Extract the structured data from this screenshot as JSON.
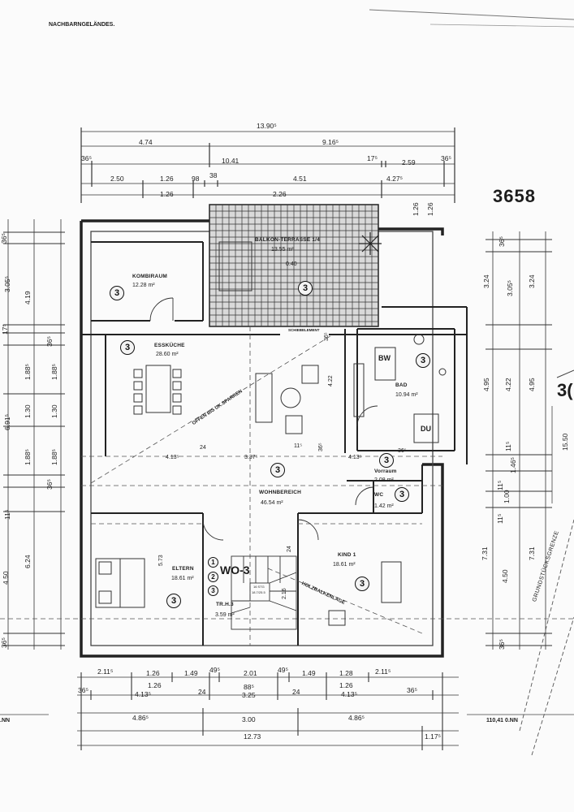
{
  "header": {
    "site_label": "NACHBARNGELÄNDES.",
    "sheet_number": "3658",
    "edge_glyph": "3("
  },
  "dims_top": {
    "overall": "13.90⁵",
    "row2": [
      "4.74",
      "9.16⁵"
    ],
    "row3": [
      "36⁵",
      "10.41",
      "17⁵",
      "2.59",
      "36⁵"
    ],
    "row4": [
      "2.50",
      "1.26",
      "98",
      "38",
      "4.51",
      "4.27⁵"
    ],
    "row5": [
      "1.26",
      "2.26"
    ],
    "terrace_dims": [
      "1.26",
      "1.26"
    ]
  },
  "dims_left": [
    "36⁵",
    "3.05⁵",
    "4.19",
    "17⁵",
    "36⁵",
    "1.88⁵",
    "1.88⁵",
    "1.30",
    "1.30",
    "6.91⁵",
    "1.88⁵",
    "1.88⁵",
    "36⁵",
    "11⁵",
    "4.50",
    "6.24",
    "36⁵"
  ],
  "dims_right": [
    "36⁵",
    "3.24",
    "3.05⁵",
    "3.24",
    "4.95",
    "4.22",
    "4.95",
    "11⁵",
    "1.46⁵",
    "11⁵",
    "1.00",
    "11⁵",
    "7.31",
    "4.50",
    "7.31",
    "15.50",
    "36⁵"
  ],
  "boundary_label": "GRUNDSTÜCKSGRENZE",
  "interior_dims": [
    "24",
    "4.13⁵",
    "3.37⁵",
    "4.13⁵",
    "11⁵",
    "36⁵",
    "4.22",
    "36⁵",
    "5.73",
    "24",
    "36⁵"
  ],
  "rooms": [
    {
      "name": "KOMBIRAUM",
      "area": "12.28 m²"
    },
    {
      "name": "BALKON-TERRASSE 1/4",
      "area": "13.55 m²",
      "note": "0.40"
    },
    {
      "name": "ESSKÜCHE",
      "area": "28.60 m²"
    },
    {
      "name": "BAD",
      "area": "10.94 m²"
    },
    {
      "name": "Vorraum",
      "area": "2.08 m²"
    },
    {
      "name": "WOHNBEREICH",
      "area": "46.54 m²"
    },
    {
      "name": "WC",
      "area": "1.42 m²"
    },
    {
      "name": "ELTERN",
      "area": "18.61 m²"
    },
    {
      "name": "KIND 1",
      "area": "18.61 m²"
    },
    {
      "name": "TR.H.3",
      "area": "3.59 m²"
    }
  ],
  "fixtures": {
    "bw": "BW",
    "du": "DU",
    "schiebe": "SCHIEBELEMENT"
  },
  "annotations": {
    "diagonal": "OFFEN BIS UK.SPARREN",
    "stair_rail": "HOLZBALKENLAGE",
    "stair_steps": "16 STG",
    "stair_rise": "18.7/25.5",
    "stair_width": "2.16"
  },
  "unit_label": "WO-3",
  "unit_badges": [
    "1",
    "2",
    "3"
  ],
  "room_badge": "3",
  "dims_bottom": {
    "row1": [
      "2.11⁵",
      "1.26",
      "1.49",
      "49⁵",
      "2.01",
      "49⁵",
      "1.49",
      "1.28",
      "2.11⁵"
    ],
    "row2": [
      "36⁵",
      "1.26",
      "4.13⁵",
      "24",
      "88⁵",
      "3.25",
      "24",
      "1.26",
      "4.13⁵",
      "36⁵"
    ],
    "row3": [
      "4.86⁵",
      "3.00",
      "4.86⁵"
    ],
    "row4": [
      "12.73",
      "1.17⁵"
    ]
  },
  "levels": {
    "left": ".NN",
    "right": "110,41 0.NN"
  }
}
